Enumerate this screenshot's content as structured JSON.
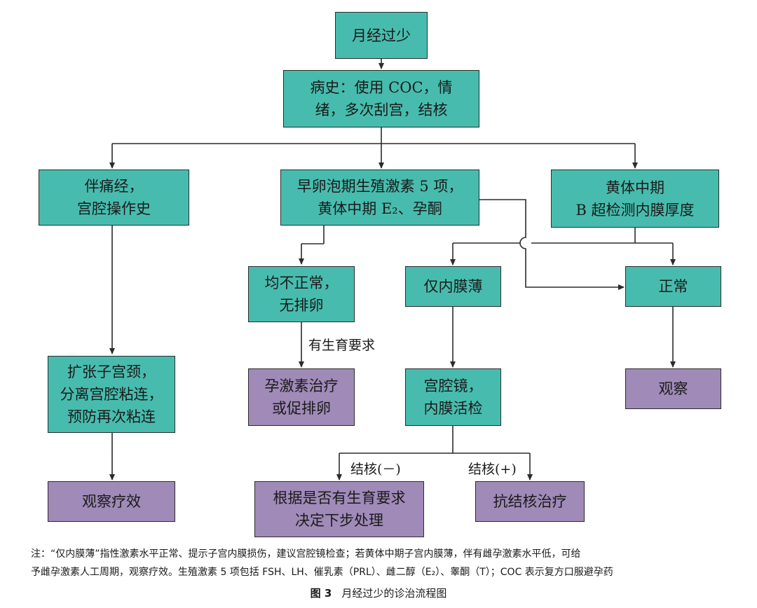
{
  "diagram": {
    "nodes": {
      "start": "月经过少",
      "history": "病史：使用 COC，情\n绪，多次刮宫，结核",
      "dysmenorrhea": "伴痛经，\n宫腔操作史",
      "hormone_test": "早卵泡期生殖激素 5 项，\n黄体中期 E₂、孕酮",
      "ultrasound": "黄体中期\nB 超检测内膜厚度",
      "abnormal": "均不正常，\n无排卵",
      "thin_endometrium": "仅内膜薄",
      "normal": "正常",
      "dilation": "扩张子宫颈，\n分离宫腔粘连，\n预防再次粘连",
      "progestin": "孕激素治疗\n或促排卵",
      "hysteroscopy": "宫腔镜，\n内膜活检",
      "observe": "观察",
      "observe_effect": "观察疗效",
      "decide": "根据是否有生育要求\n决定下步处理",
      "anti_tb": "抗结核治疗"
    },
    "edge_labels": {
      "fertility": "有生育要求",
      "tb_negative": "结核(－)",
      "tb_positive": "结核(+)"
    }
  },
  "note": {
    "line1": "注：“仅内膜薄”指性激素水平正常、提示子宫内膜损伤，建议宫腔镜检查；若黄体中期子宫内膜薄，伴有雌孕激素水平低，可给",
    "line2": "予雌孕激素人工周期，观察疗效。生殖激素 5 项包括 FSH、LH、催乳素（PRL）、雌二醇（E₂）、睾酮（T）；COC 表示复方口服避孕药"
  },
  "caption": {
    "figure": "图 3",
    "title": "月经过少的诊治流程图"
  },
  "colors": {
    "teal": "#47bcae",
    "purple": "#a08ab8",
    "line": "#2b2b2b"
  }
}
